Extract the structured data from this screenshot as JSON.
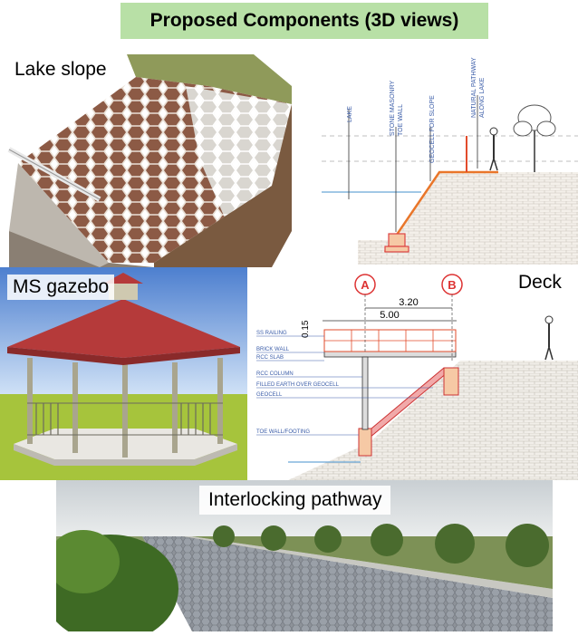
{
  "title": "Proposed Components (3D views)",
  "panels": {
    "lake_slope": "Lake slope",
    "gazebo": "MS gazebo",
    "deck": "Deck",
    "pathway": "Interlocking pathway"
  },
  "slope_section": {
    "lake": "LAKE",
    "stone_masonry": "STONE MASONRY",
    "toe_wall": "TOE WALL",
    "geocell_slope": "GEOCELL FOR SLOPE",
    "natural_pathway": "NATURAL PATHWAY",
    "along_lake": "ALONG LAKE"
  },
  "deck_section": {
    "marker_a": "A",
    "marker_b": "B",
    "dim_320": "3.20",
    "dim_500": "5.00",
    "dim_015": "0.15",
    "ss_railing": "SS RAILING",
    "brick_wall": "BRICK WALL",
    "rcc_slab": "RCC SLAB",
    "rcc_column": "RCC COLUMN",
    "filled_earth": "FILLED EARTH OVER GEOCELL",
    "geocell": "GEOCELL",
    "toe_wall_footing": "TOE WALL/FOOTING"
  }
}
